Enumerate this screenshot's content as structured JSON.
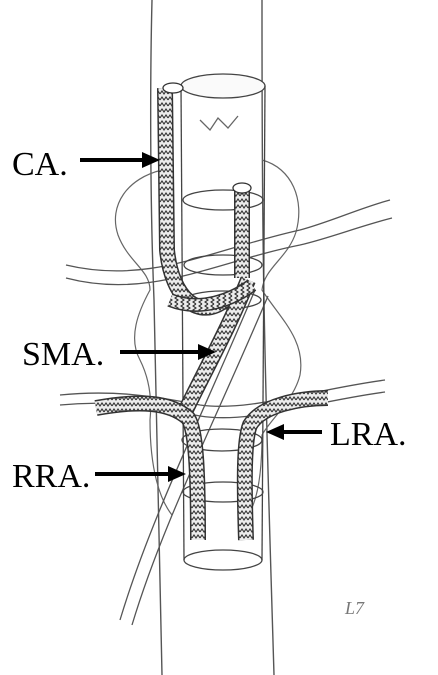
{
  "labels": {
    "ca": "CA.",
    "sma": "SMA.",
    "lra": "LRA.",
    "rra": "RRA."
  },
  "signature": "L7",
  "colors": {
    "ink": "#000000",
    "pencil": "#555555",
    "graft_fill": "#dcdcdc"
  }
}
